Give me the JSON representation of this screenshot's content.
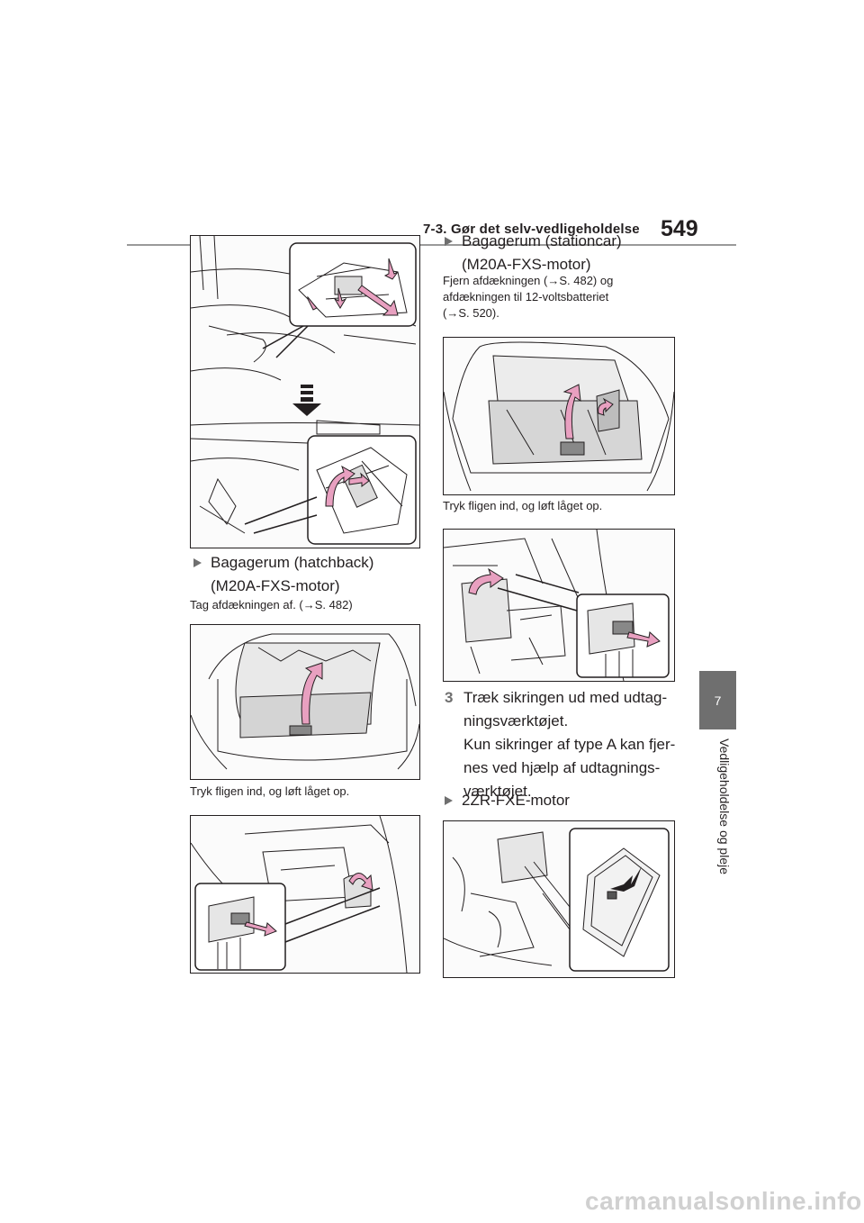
{
  "header": {
    "section_title": "7-3. Gør det selv-vedligeholdelse",
    "page_number": "549"
  },
  "side_tab": {
    "chapter_number": "7",
    "chapter_title": "Vedligeholdelse og pleje"
  },
  "left_column": {
    "hatchback_heading_line1": "Bagagerum (hatchback)",
    "hatchback_heading_line2": "(M20A-FXS-motor)",
    "hatchback_instruction": "Tag afdækningen af. (→S. 482)",
    "hatchback_caption": "Tryk fligen ind, og løft låget op."
  },
  "right_column": {
    "stationcar_heading_line1": "Bagagerum (stationcar)",
    "stationcar_heading_line2": "(M20A-FXS-motor)",
    "stationcar_instruction_line1": "Fjern afdækningen (→S. 482) og",
    "stationcar_instruction_line2": "afdækningen til 12-voltsbatteriet",
    "stationcar_instruction_line3": "(→S. 520).",
    "stationcar_caption": "Tryk fligen ind, og løft låget op.",
    "step_number": "3",
    "step_line1": "Træk sikringen ud med udtag-",
    "step_line2": "ningsværktøjet.",
    "step_line3": "Kun sikringer af type A kan fjer-",
    "step_line4": "nes ved hjælp af udtagnings-",
    "step_line5": "værktøjet.",
    "engine_heading": "2ZR-FXE-motor"
  },
  "footer": {
    "watermark": "carmanualsonline.info"
  },
  "colors": {
    "accent_gray": "#6f6f6f",
    "arrow_pink": "#e8a0c0",
    "rule_gray": "#9a9a9a"
  }
}
